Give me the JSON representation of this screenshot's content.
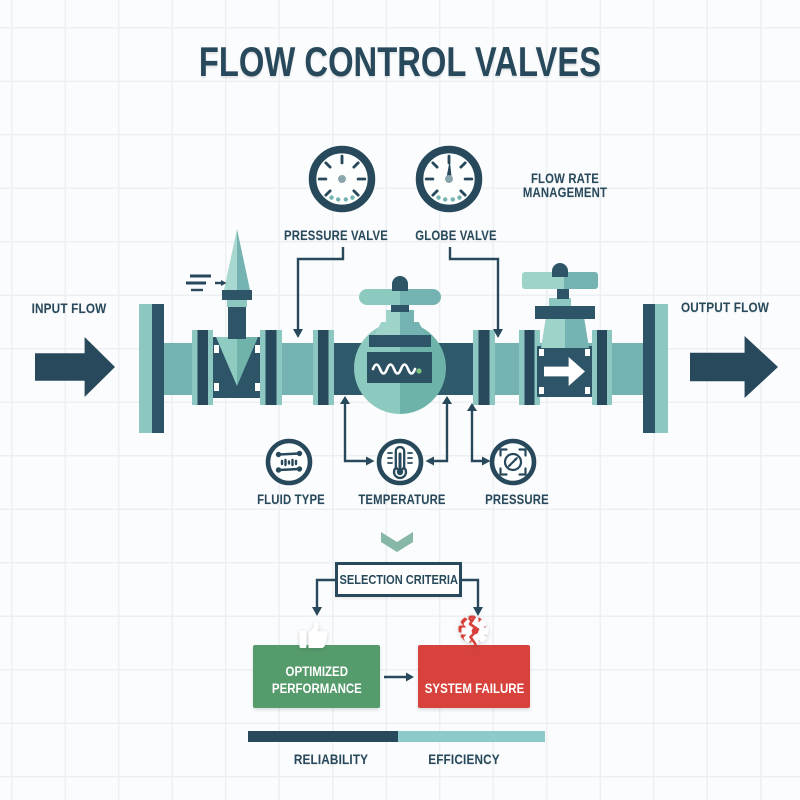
{
  "title": "FLOW CONTROL VALVES",
  "gauges": {
    "pressure": {
      "label": "PRESSURE VALVE",
      "icon": "gauge-icon"
    },
    "globe": {
      "label": "GLOBE VALVE",
      "icon": "gauge-icon"
    }
  },
  "flow_note": {
    "line1": "FLOW RATE",
    "line2": "MANAGEMENT"
  },
  "pipe": {
    "input_label": "INPUT FLOW",
    "output_label": "OUTPUT FLOW"
  },
  "criteria": {
    "items": [
      {
        "label": "FLUID TYPE",
        "icon": "fluid-lines-icon"
      },
      {
        "label": "TEMPERATURE",
        "icon": "thermometer-icon"
      },
      {
        "label": "PRESSURE",
        "icon": "pressure-brackets-icon"
      }
    ]
  },
  "selection": {
    "label": "SELECTION CRITERIA"
  },
  "outcomes": {
    "positive": {
      "line1": "OPTIMIZED",
      "line2": "PERFORMANCE",
      "icon": "thumbs-up-icon",
      "color": "#569b6b"
    },
    "negative": {
      "label": "SYSTEM FAILURE",
      "icon": "broken-gear-icon",
      "color": "#d8423c"
    }
  },
  "legend": {
    "left": "RELIABILITY",
    "right": "EFFICIENCY",
    "left_color": "#27495b",
    "right_color": "#8ecac9"
  },
  "colors": {
    "ink": "#27495b",
    "pipe_light": "#74b3b1",
    "pipe_dark": "#2e5a6b",
    "flange_light": "#8cc7c2",
    "valve_body": "#2d5467",
    "globe_light": "#8ccabf",
    "globe_shade": "#6db3a9",
    "chevron": "#87b7a6",
    "wave_dot": "#7bc47f",
    "background": "#fbfcfd",
    "grid_line": "#edf0f2"
  }
}
